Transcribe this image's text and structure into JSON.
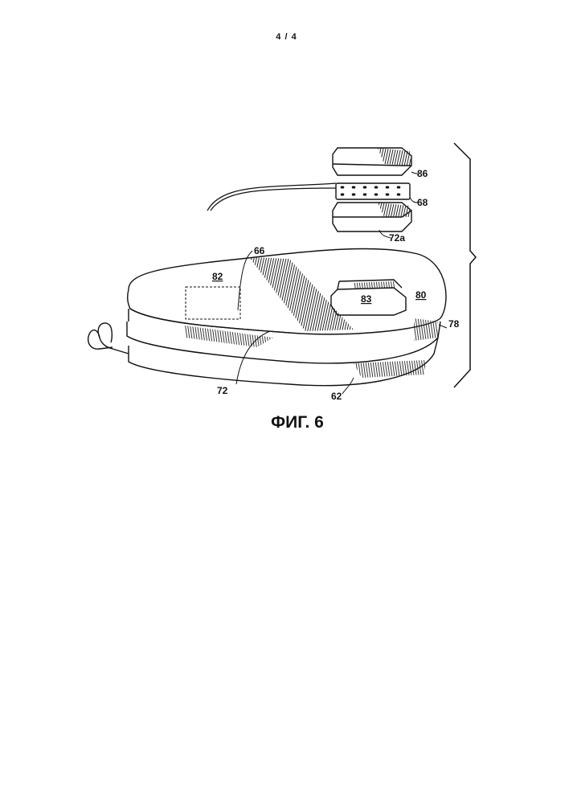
{
  "page": {
    "number": "4 / 4"
  },
  "figure": {
    "caption": "ФИГ. 6"
  },
  "labels": {
    "l66": "66",
    "l82": "82",
    "l83": "83",
    "l80": "80",
    "l78": "78",
    "l72": "72",
    "l62": "62",
    "l86": "86",
    "l68": "68",
    "l72a": "72a"
  }
}
